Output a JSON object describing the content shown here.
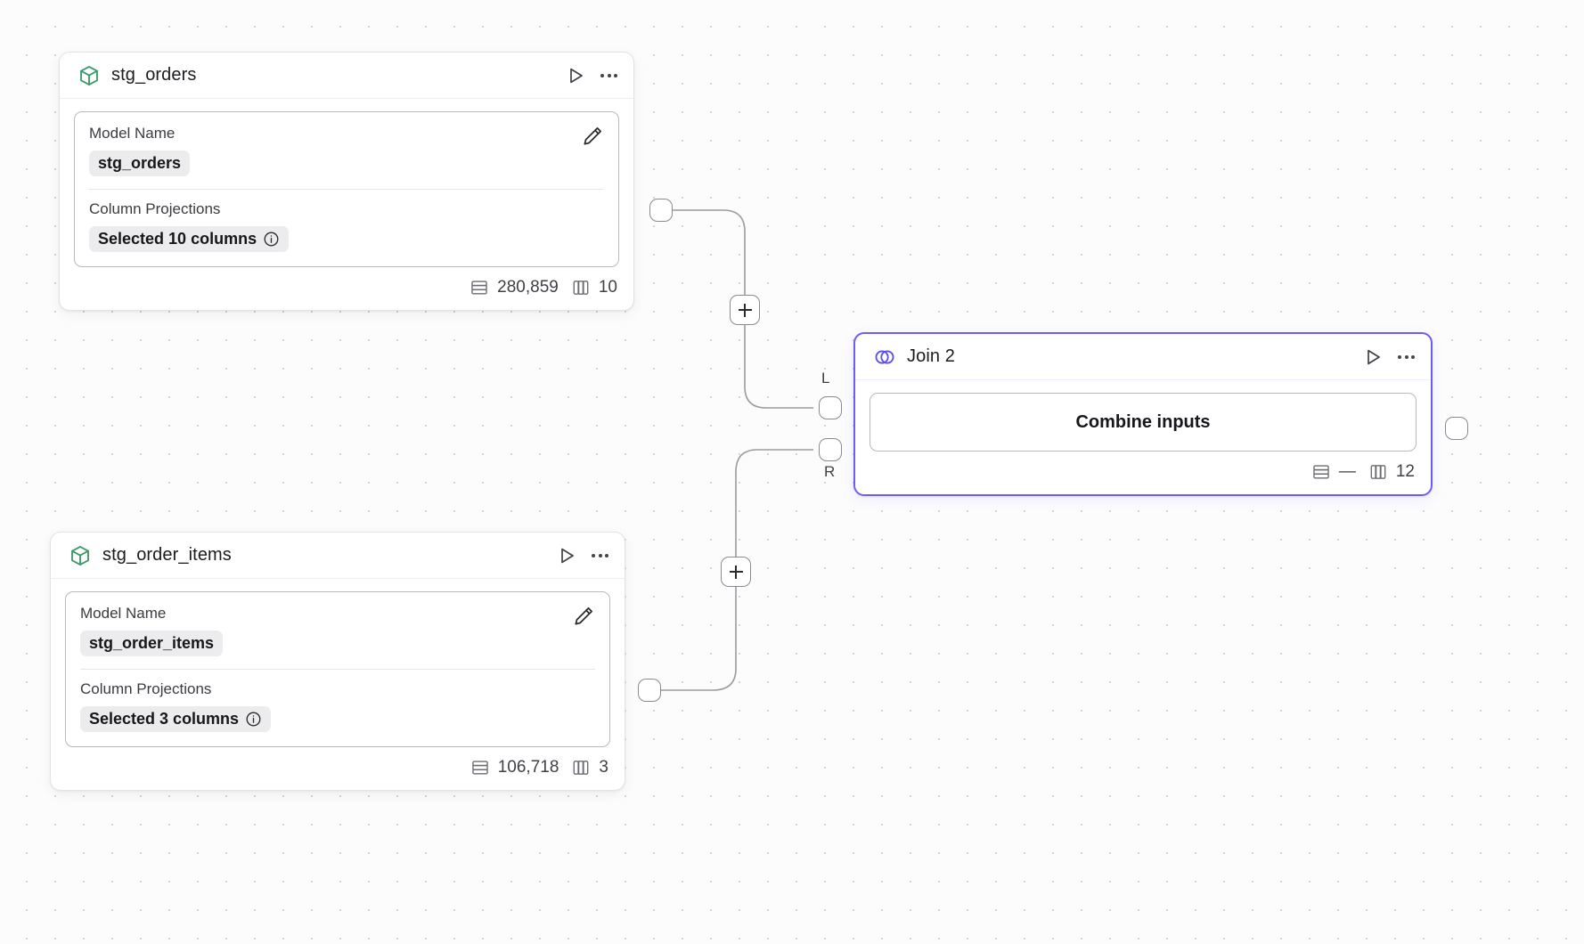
{
  "canvas": {
    "background_color": "#fcfcfd",
    "dot_color": "#d4d4d8",
    "accent_color": "#6d5df6",
    "model_icon_color": "#3a9a68"
  },
  "nodes": [
    {
      "id": "stg_orders",
      "type": "model",
      "icon": "cube-icon",
      "title": "stg_orders",
      "selected": false,
      "actions": {
        "run_label": "run-icon",
        "more_label": "more-options-icon"
      },
      "properties": [
        {
          "label": "Model Name",
          "value": "stg_orders",
          "has_edit": true,
          "has_info": false
        },
        {
          "label": "Column Projections",
          "value": "Selected 10 columns",
          "has_edit": false,
          "has_info": true
        }
      ],
      "footer": {
        "rows": "280,859",
        "columns": "10"
      }
    },
    {
      "id": "stg_order_items",
      "type": "model",
      "icon": "cube-icon",
      "title": "stg_order_items",
      "selected": false,
      "actions": {
        "run_label": "run-icon",
        "more_label": "more-options-icon"
      },
      "properties": [
        {
          "label": "Model Name",
          "value": "stg_order_items",
          "has_edit": true,
          "has_info": false
        },
        {
          "label": "Column Projections",
          "value": "Selected 3 columns",
          "has_edit": false,
          "has_info": true
        }
      ],
      "footer": {
        "rows": "106,718",
        "columns": "3"
      }
    },
    {
      "id": "join_2",
      "type": "join",
      "icon": "join-venn-icon",
      "title": "Join 2",
      "selected": true,
      "actions": {
        "run_label": "run-icon",
        "more_label": "more-options-icon"
      },
      "combine_label": "Combine inputs",
      "input_port_labels": {
        "left": "L",
        "right": "R"
      },
      "footer": {
        "rows": "—",
        "columns": "12"
      }
    }
  ],
  "edge_buttons": [
    {
      "id": "add-node-top",
      "label": "+"
    },
    {
      "id": "add-node-bottom",
      "label": "+"
    }
  ]
}
